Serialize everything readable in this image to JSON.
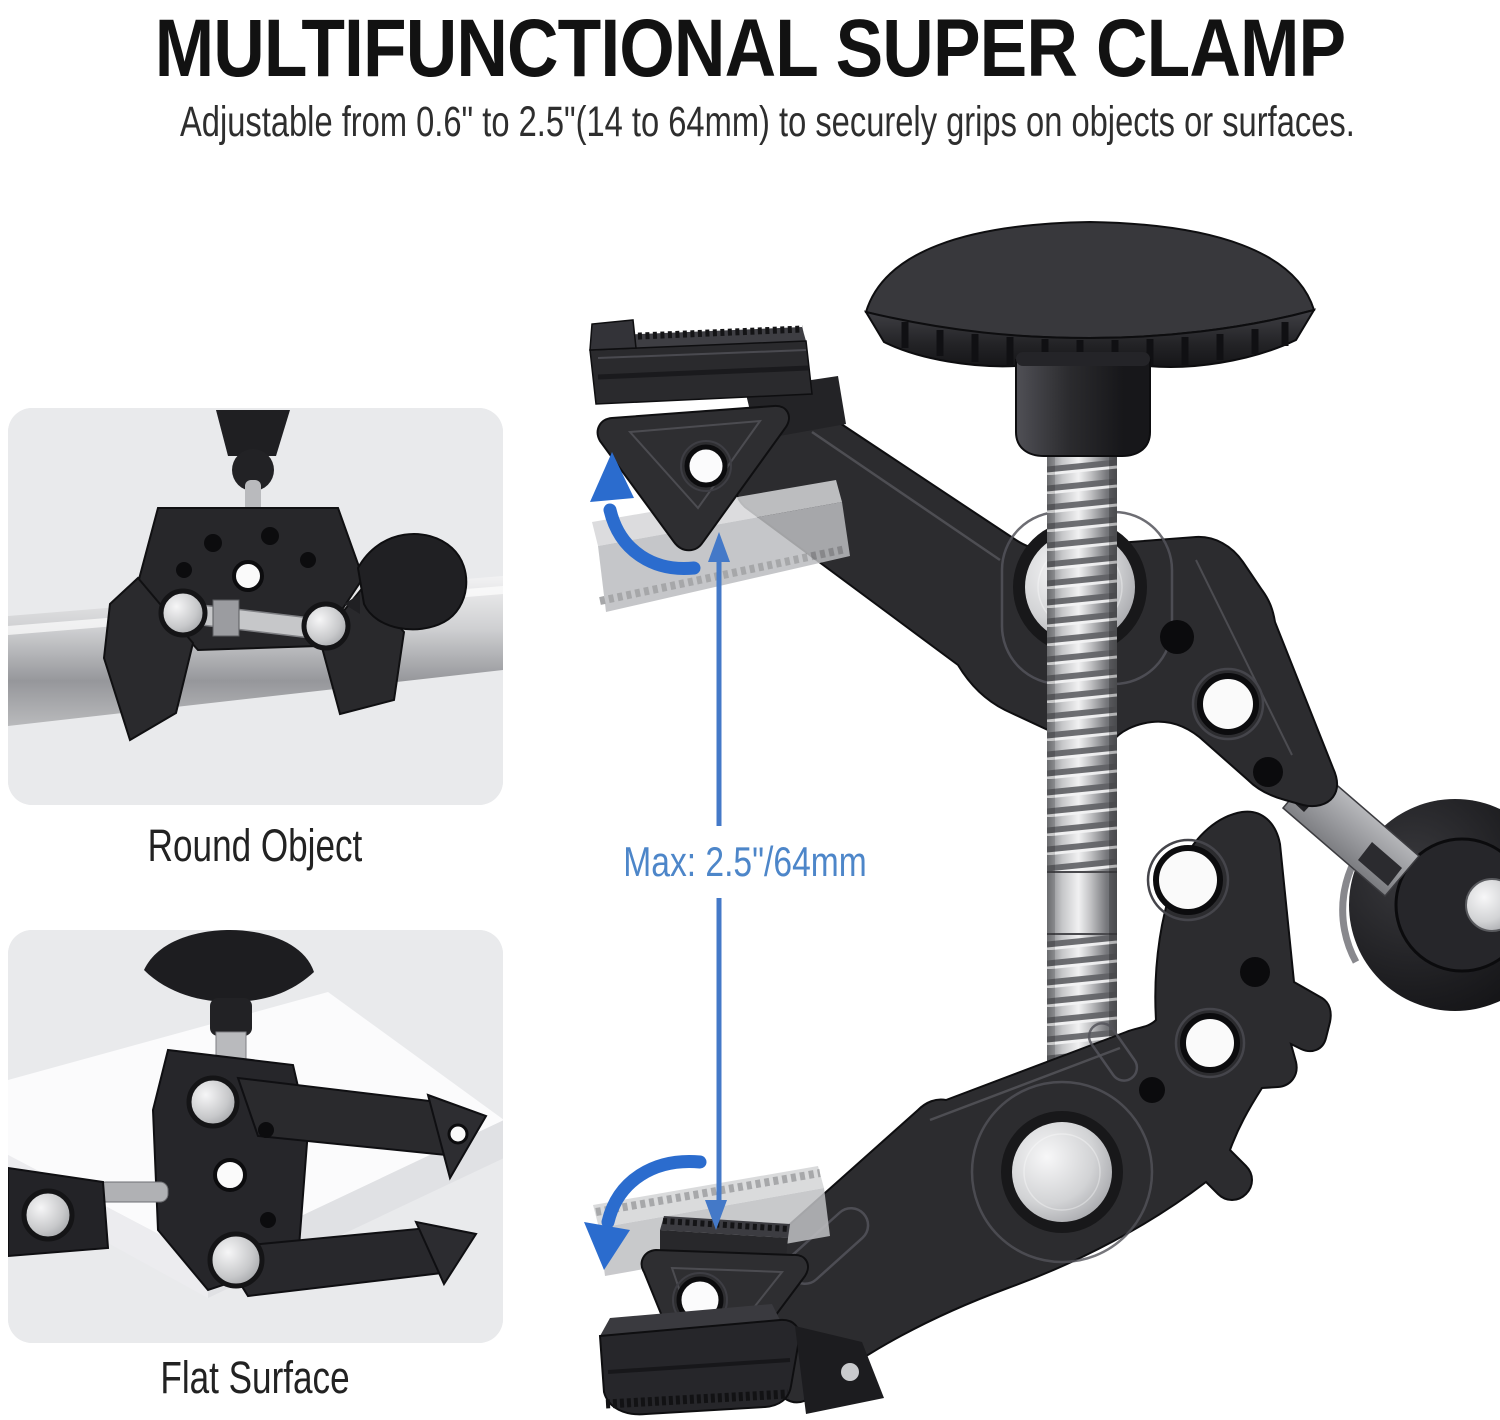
{
  "title": "MULTIFUNCTIONAL SUPER CLAMP",
  "subtitle": "Adjustable from 0.6\" to 2.5\"(14 to 64mm) to securely grips on objects or surfaces.",
  "insets": [
    {
      "label": "Round Object"
    },
    {
      "label": "Flat Surface"
    }
  ],
  "annotation": {
    "max_label": "Max: 2.5\"/64mm"
  },
  "colors": {
    "accent_blue": "#2b6cce",
    "measure_blue": "#4479c8",
    "text_blue": "#4d86c9",
    "metal_dark": "#2c2c2f",
    "silver": "#c9cacd",
    "inset_bg": "#e9eaec"
  }
}
